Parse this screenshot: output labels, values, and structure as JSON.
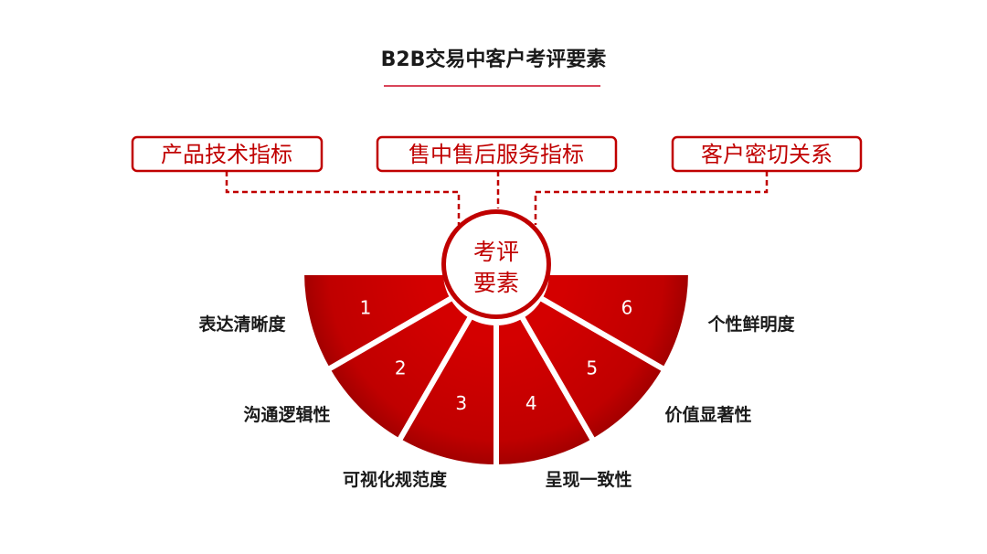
{
  "title": "B2B交易中客户考评要素",
  "categories": [
    {
      "label": "产品技术指标"
    },
    {
      "label": "售中售后服务指标"
    },
    {
      "label": "客户密切关系"
    }
  ],
  "center": {
    "line1": "考评",
    "line2": "要素"
  },
  "segments": [
    {
      "number": "1",
      "label": "表达清晰度"
    },
    {
      "number": "2",
      "label": "沟通逻辑性"
    },
    {
      "number": "3",
      "label": "可视化规范度"
    },
    {
      "number": "4",
      "label": "呈现一致性"
    },
    {
      "number": "5",
      "label": "价值显著性"
    },
    {
      "number": "6",
      "label": "个性鲜明度"
    }
  ],
  "colors": {
    "accent": "#c00000",
    "accent_dark": "#a00000",
    "text": "#1a1a1a",
    "background": "#ffffff"
  }
}
